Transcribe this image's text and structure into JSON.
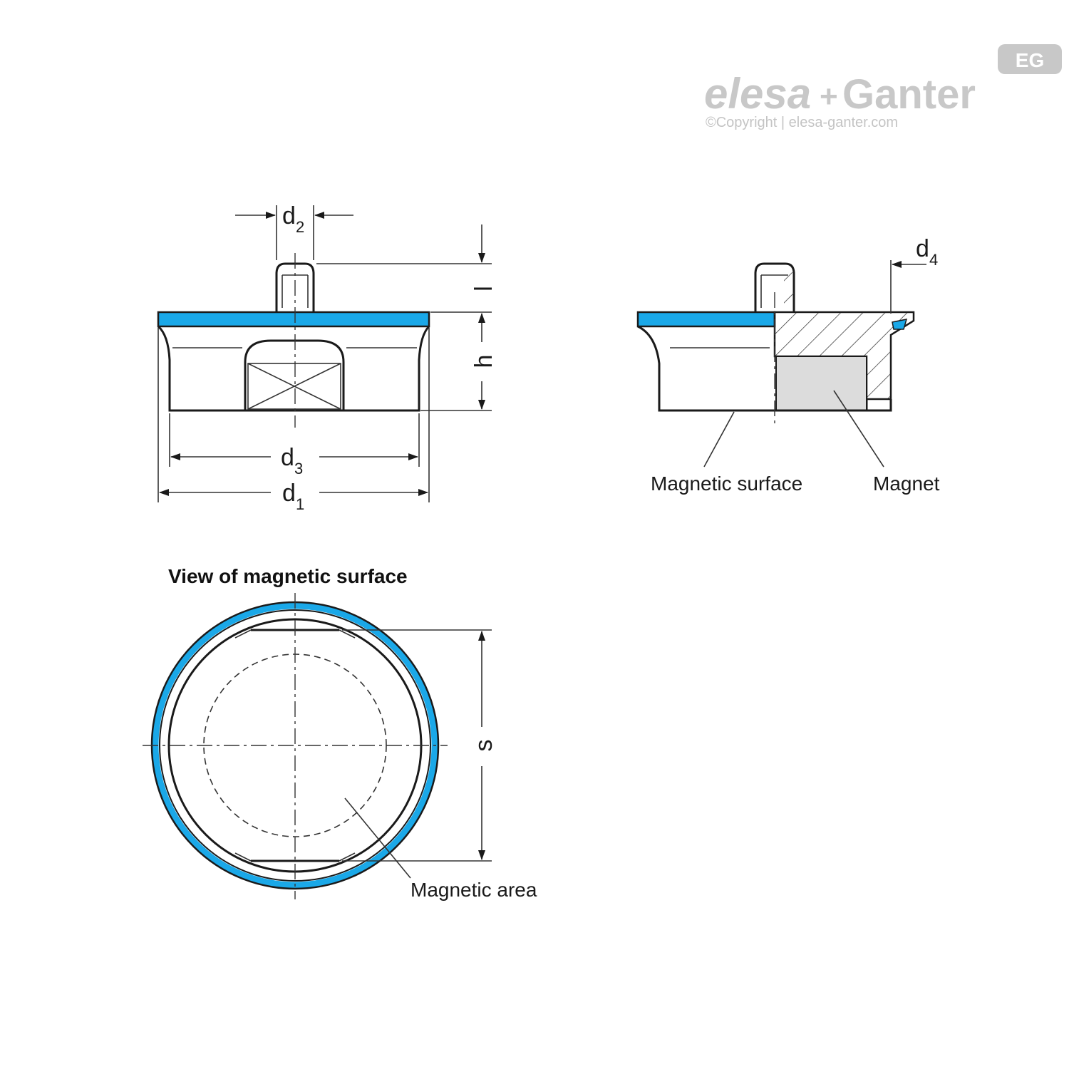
{
  "logo": {
    "brand_left": "elesa",
    "plus": "+",
    "brand_right": "Ganter",
    "badge": "EG",
    "copyright": "©Copyright | elesa-ganter.com"
  },
  "side_view": {
    "dim_d2": "d",
    "dim_d2_sub": "2",
    "dim_l": "l",
    "dim_h": "h",
    "dim_d3": "d",
    "dim_d3_sub": "3",
    "dim_d1": "d",
    "dim_d1_sub": "1"
  },
  "section_view": {
    "dim_d4": "d",
    "dim_d4_sub": "4",
    "label_magnetic_surface": "Magnetic surface",
    "label_magnet": "Magnet"
  },
  "bottom_view": {
    "title": "View of magnetic surface",
    "dim_s": "s",
    "label_magnetic_area": "Magnetic area"
  },
  "colors": {
    "magnetic_surface_blue": "#1aa8e8",
    "magnet_fill_gray": "#dcdcdc",
    "logo_gray": "#c8c8c8"
  }
}
